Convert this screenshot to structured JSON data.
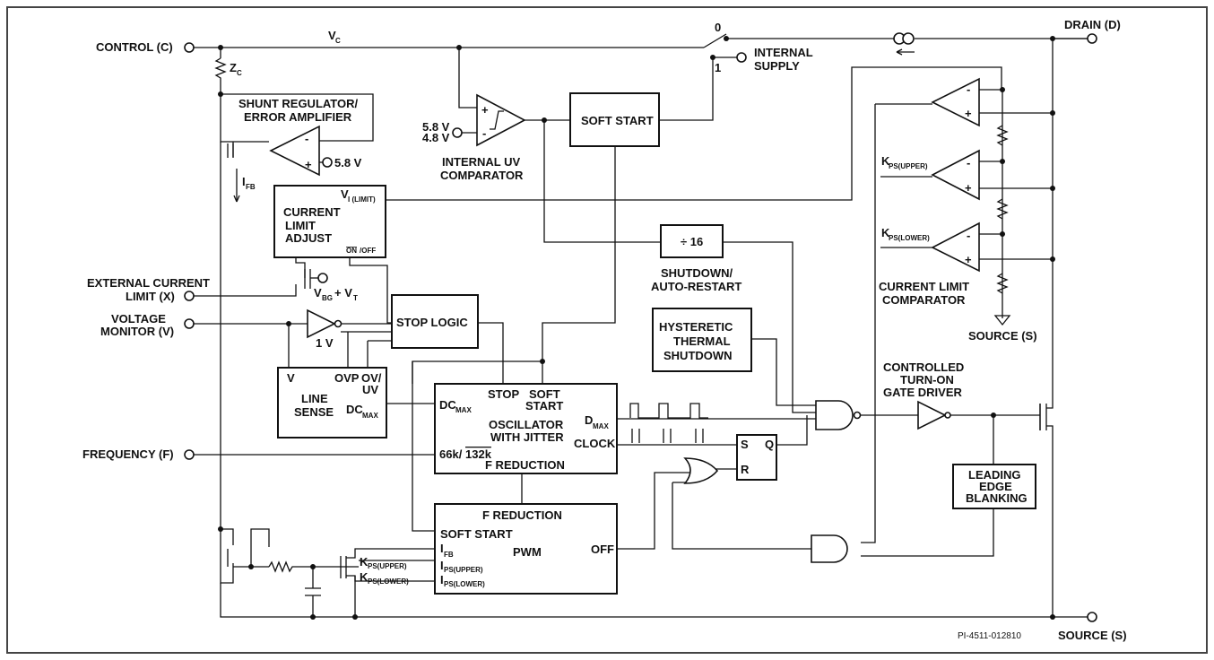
{
  "pins": {
    "control": "CONTROL (C)",
    "drain": "DRAIN (D)",
    "source_bottom": "SOURCE (S)",
    "source_right": "SOURCE (S)",
    "external_current_limit_1": "EXTERNAL CURRENT",
    "external_current_limit_2": "LIMIT (X)",
    "voltage_monitor_1": "VOLTAGE",
    "voltage_monitor_2": "MONITOR (V)",
    "frequency": "FREQUENCY (F)"
  },
  "labels": {
    "vc": "V",
    "vc_sub": "C",
    "zc": "Z",
    "zc_sub": "C",
    "ifb": "I",
    "ifb_sub": "FB",
    "switch_0": "0",
    "switch_1": "1",
    "internal_supply_1": "INTERNAL",
    "internal_supply_2": "SUPPLY",
    "shunt_1": "SHUNT REGULATOR/",
    "shunt_2": "ERROR AMPLIFIER",
    "ref_5_8": "5.8 V",
    "uv_ref_1": "5.8 V",
    "uv_ref_2": "4.8 V",
    "uv_comp_1": "INTERNAL UV",
    "uv_comp_2": "COMPARATOR",
    "vbg": "V",
    "vbg_sub": "BG",
    "vt": "+ V",
    "vt_sub": "T",
    "one_v": "1 V",
    "shutdown_1": "SHUTDOWN/",
    "shutdown_2": "AUTO-RESTART",
    "kps_upper": "K",
    "kps_upper_sub": "PS(UPPER)",
    "kps_lower": "K",
    "kps_lower_sub": "PS(LOWER)",
    "cl_comp_1": "CURRENT LIMIT",
    "cl_comp_2": "COMPARATOR",
    "gate_driver_1": "CONTROLLED",
    "gate_driver_2": "TURN-ON",
    "gate_driver_3": "GATE DRIVER",
    "part_ref": "PI-4511-012810"
  },
  "blocks": {
    "soft_start": "SOFT START",
    "current_limit_adjust_1": "CURRENT",
    "current_limit_adjust_2": "LIMIT",
    "current_limit_adjust_3": "ADJUST",
    "vi_limit": "V",
    "vi_limit_sub": "I (LIMIT)",
    "on_off_on": "ON",
    "on_off_off": "/OFF",
    "divide_16": "÷ 16",
    "stop_logic": "STOP LOGIC",
    "hysteretic_1": "HYSTERETIC",
    "hysteretic_2": "THERMAL",
    "hysteretic_3": "SHUTDOWN",
    "line_sense_v": "V",
    "line_sense_ovp": "OVP",
    "line_sense_ovuv_1": "OV/",
    "line_sense_ovuv_2": "UV",
    "line_sense_1": "LINE",
    "line_sense_2": "SENSE",
    "line_sense_dc": "DC",
    "line_sense_dc_sub": "MAX",
    "osc_dc": "DC",
    "osc_dc_sub": "MAX",
    "osc_stop": "STOP",
    "osc_soft_1": "SOFT",
    "osc_soft_2": "START",
    "osc_main_1": "OSCILLATOR",
    "osc_main_2": "WITH JITTER",
    "osc_dmax": "D",
    "osc_dmax_sub": "MAX",
    "osc_clock": "CLOCK",
    "osc_freq_a": "66k/",
    "osc_freq_b": "132k",
    "osc_freduction": "F REDUCTION",
    "sr_s": "S",
    "sr_q": "Q",
    "sr_r": "R",
    "leb_1": "LEADING",
    "leb_2": "EDGE",
    "leb_3": "BLANKING",
    "pwm_title": "F REDUCTION",
    "pwm_soft": "SOFT START",
    "pwm_ifb": "I",
    "pwm_ifb_sub": "FB",
    "pwm_ips_u": "I",
    "pwm_ips_u_sub": "PS(UPPER)",
    "pwm_ips_l": "I",
    "pwm_ips_l_sub": "PS(LOWER)",
    "pwm_main": "PWM",
    "pwm_off": "OFF",
    "kps_u_in": "K",
    "kps_u_in_sub": "PS(UPPER)",
    "kps_l_in": "K",
    "kps_l_in_sub": "PS(LOWER)"
  },
  "amp_signs": {
    "minus": "-",
    "plus": "+"
  }
}
